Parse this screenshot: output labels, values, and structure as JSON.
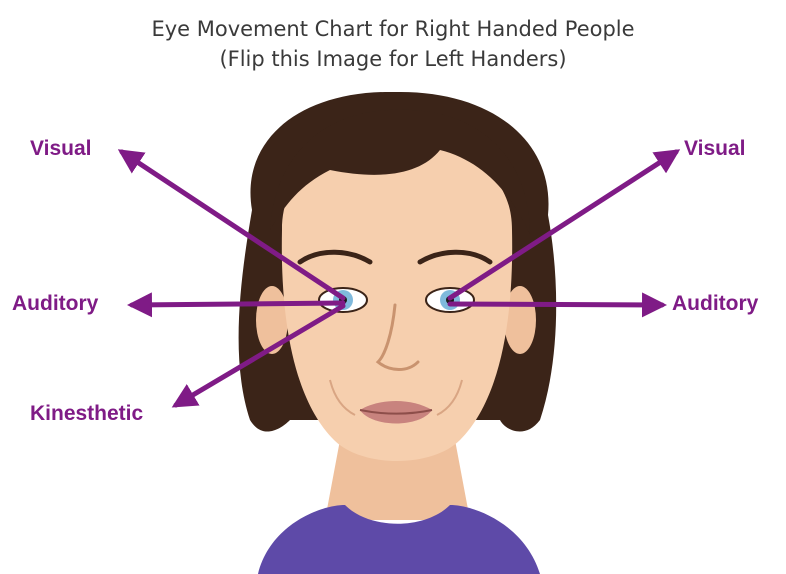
{
  "title": "Eye Movement Chart for Right Handed People",
  "subtitle": "(Flip this Image for Left Handers)",
  "labels": {
    "upper_left": "Visual",
    "upper_right": "Visual",
    "middle_left": "Auditory",
    "middle_right": "Auditory",
    "lower_left": "Kinesthetic"
  },
  "colors": {
    "arrow": "#7f1b86",
    "hair": "#3b2418",
    "skin": "#f6cfae",
    "iris": "#7fb9dc",
    "lips": "#c8837e",
    "shirt": "#5e4aa8"
  }
}
